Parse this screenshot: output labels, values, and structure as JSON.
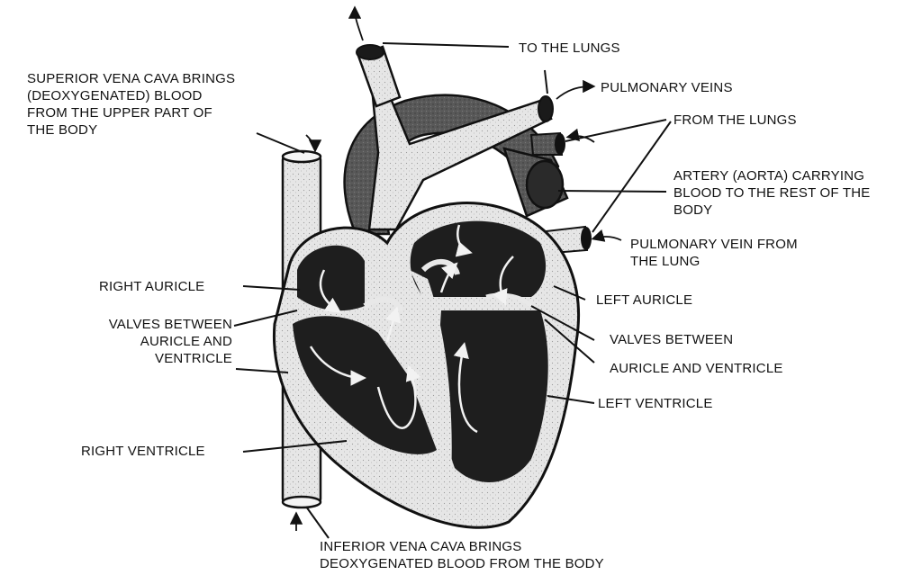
{
  "labels": {
    "to_lungs": "TO THE LUNGS",
    "pulmonary_veins": "PULMONARY VEINS",
    "from_lungs": "FROM THE LUNGS",
    "superior_vena_cava": [
      "SUPERIOR VENA CAVA BRINGS",
      "(DEOXYGENATED) BLOOD",
      "FROM THE UPPER PART OF",
      "THE BODY"
    ],
    "aorta": [
      "ARTERY (AORTA) CARRYING",
      "BLOOD TO THE REST OF THE",
      "BODY"
    ],
    "pulmonary_vein_lung": [
      "PULMONARY VEIN FROM",
      "THE LUNG"
    ],
    "right_auricle": "RIGHT AURICLE",
    "left_auricle": "LEFT AURICLE",
    "valves_left": [
      "VALVES BETWEEN",
      "AURICLE AND",
      "VENTRICLE"
    ],
    "valves_right_1": "VALVES BETWEEN",
    "valves_right_2": "AURICLE AND VENTRICLE",
    "left_ventricle": "LEFT VENTRICLE",
    "right_ventricle": "RIGHT VENTRICLE",
    "inferior_vena_cava": [
      "INFERIOR VENA CAVA BRINGS",
      "DEOXYGENATED BLOOD FROM THE BODY"
    ]
  },
  "colors": {
    "ink": "#111111",
    "chamber": "#1e1e1e",
    "wall": "#e4e4e4",
    "vessel_dark": "#5a5a5a",
    "vessel_light": "#d8d8d8"
  }
}
